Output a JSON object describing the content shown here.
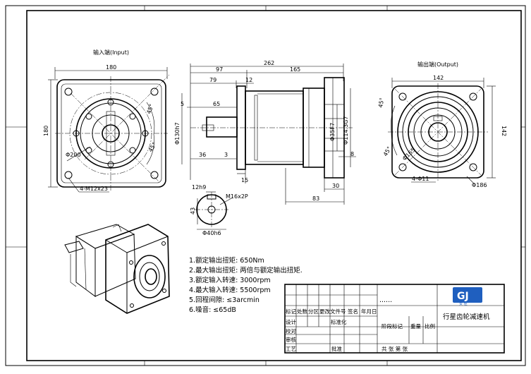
{
  "views": {
    "input_label": "输入端(Input)",
    "output_label": "输出端(Output)"
  },
  "dims": {
    "d180_w": "180",
    "d180_h": "180",
    "d200": "Φ200",
    "d45a": "45°",
    "d45b": "45°",
    "m12": "4-M12x23",
    "d262": "262",
    "d97": "97",
    "d165": "165",
    "d79": "79",
    "d12": "12",
    "d65": "65",
    "d5": "5",
    "d130": "Φ130h7",
    "d36": "36",
    "d3": "3",
    "d15": "15",
    "d35": "Φ35F7",
    "d114": "Φ114.3G7",
    "d8": "8",
    "d30": "30",
    "d83": "83",
    "d142_w": "142",
    "d142_h": "142",
    "d45c": "45°",
    "d45d": "45°",
    "d165b": "Φ165",
    "d11": "4-Φ11",
    "d186": "Φ186",
    "d12h9": "12h9",
    "d43": "43",
    "m16": "M16x2P",
    "d40": "Φ40h6"
  },
  "notes": [
    "1.额定输出扭矩: 650Nm",
    "2.最大输出扭矩: 两倍与额定输出扭矩.",
    "3.额定输入转速: 3000rpm",
    "4.最大输入转速: 5500rpm",
    "5.回程间隙: ≤3arcmin",
    "6.噪音: ≤65dB"
  ],
  "title_block": {
    "dots": "......",
    "logo_text": "GJ",
    "logo_sub": "安 佳",
    "product_name": "行星齿轮减速机",
    "row1": [
      "标记",
      "处数",
      "分区",
      "更改文件号",
      "签名",
      "年月日"
    ],
    "row2": [
      "设计",
      "标准化"
    ],
    "stage_mark": "阶段标记",
    "weight": "重量",
    "scale": "比例",
    "check": "校对",
    "review": "审核",
    "craft": "工艺",
    "approve": "批准",
    "sheets": "共 张 第 张"
  }
}
